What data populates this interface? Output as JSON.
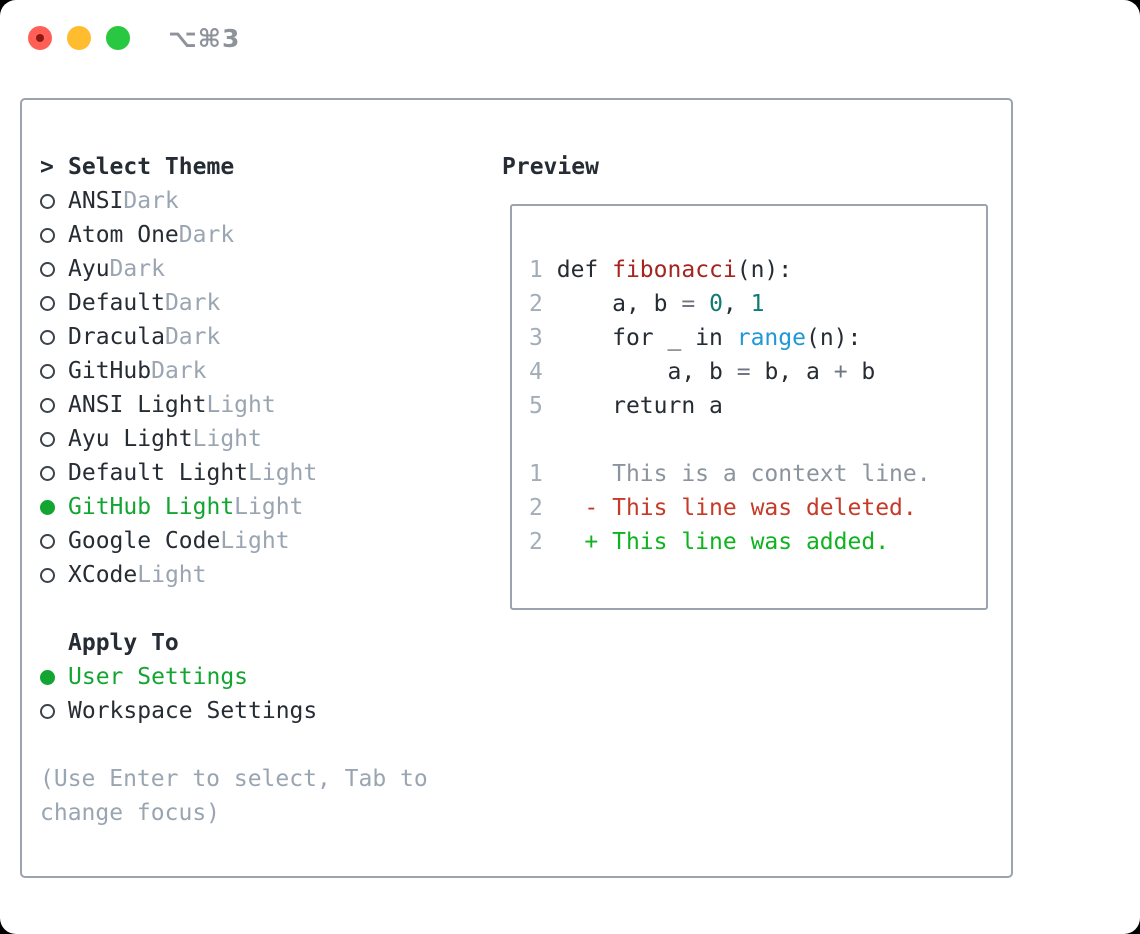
{
  "titlebar": {
    "title": "⌥⌘3",
    "buttons": [
      "close",
      "minimize",
      "zoom"
    ]
  },
  "theme_panel": {
    "header": {
      "prompt": ">",
      "label": "Select Theme"
    },
    "items": [
      {
        "name": "ANSI",
        "variant": "Dark",
        "selected": false
      },
      {
        "name": "Atom One",
        "variant": "Dark",
        "selected": false
      },
      {
        "name": "Ayu",
        "variant": "Dark",
        "selected": false
      },
      {
        "name": "Default",
        "variant": "Dark",
        "selected": false
      },
      {
        "name": "Dracula",
        "variant": "Dark",
        "selected": false
      },
      {
        "name": "GitHub",
        "variant": "Dark",
        "selected": false
      },
      {
        "name": "ANSI Light",
        "variant": "Light",
        "selected": false
      },
      {
        "name": "Ayu Light",
        "variant": "Light",
        "selected": false
      },
      {
        "name": "Default Light",
        "variant": "Light",
        "selected": false
      },
      {
        "name": "GitHub Light",
        "variant": "Light",
        "selected": true
      },
      {
        "name": "Google Code",
        "variant": "Light",
        "selected": false
      },
      {
        "name": "XCode",
        "variant": "Light",
        "selected": false
      }
    ],
    "apply_to": {
      "label": "Apply To",
      "options": [
        {
          "name": "User Settings",
          "selected": true
        },
        {
          "name": "Workspace Settings",
          "selected": false
        }
      ]
    },
    "help": [
      "(Use Enter to select, Tab to",
      "change focus)"
    ]
  },
  "preview_panel": {
    "header": "Preview",
    "code_lines": [
      {
        "num": "1",
        "segments": [
          {
            "t": "def ",
            "c": "plain"
          },
          {
            "t": "fibonacci",
            "c": "function"
          },
          {
            "t": "(n):",
            "c": "plain"
          }
        ]
      },
      {
        "num": "2",
        "segments": [
          {
            "t": "    a, b ",
            "c": "plain"
          },
          {
            "t": "=",
            "c": "operator"
          },
          {
            "t": " ",
            "c": "plain"
          },
          {
            "t": "0",
            "c": "number"
          },
          {
            "t": ", ",
            "c": "plain"
          },
          {
            "t": "1",
            "c": "number"
          }
        ]
      },
      {
        "num": "3",
        "segments": [
          {
            "t": "    for _ in ",
            "c": "plain"
          },
          {
            "t": "range",
            "c": "builtin"
          },
          {
            "t": "(n):",
            "c": "plain"
          }
        ]
      },
      {
        "num": "4",
        "segments": [
          {
            "t": "        a, b ",
            "c": "plain"
          },
          {
            "t": "=",
            "c": "operator"
          },
          {
            "t": " b, a ",
            "c": "plain"
          },
          {
            "t": "+",
            "c": "operator"
          },
          {
            "t": " b",
            "c": "plain"
          }
        ]
      },
      {
        "num": "5",
        "segments": [
          {
            "t": "    return a",
            "c": "plain"
          }
        ]
      }
    ],
    "diff_lines": [
      {
        "num": "1",
        "marker": " ",
        "text": "This is a context line.",
        "type": "context"
      },
      {
        "num": "2",
        "marker": "-",
        "text": "This line was deleted.",
        "type": "deleted"
      },
      {
        "num": "2",
        "marker": "+",
        "text": "This line was added.",
        "type": "added"
      }
    ]
  },
  "colors": {
    "green_selected": "#13a532",
    "green_added": "#0fb31f",
    "red_deleted": "#c53a28",
    "red_function": "#a5241f",
    "teal_number": "#0f7b72",
    "blue_builtin": "#2098d6",
    "gray_operator": "#6e7781",
    "text_dark": "#262c33",
    "text_muted": "#9aa5b2",
    "border_gray": "#9aa3ae",
    "traffic_red": "#ff5f57",
    "traffic_yellow": "#febc2e",
    "traffic_green": "#28c840"
  }
}
